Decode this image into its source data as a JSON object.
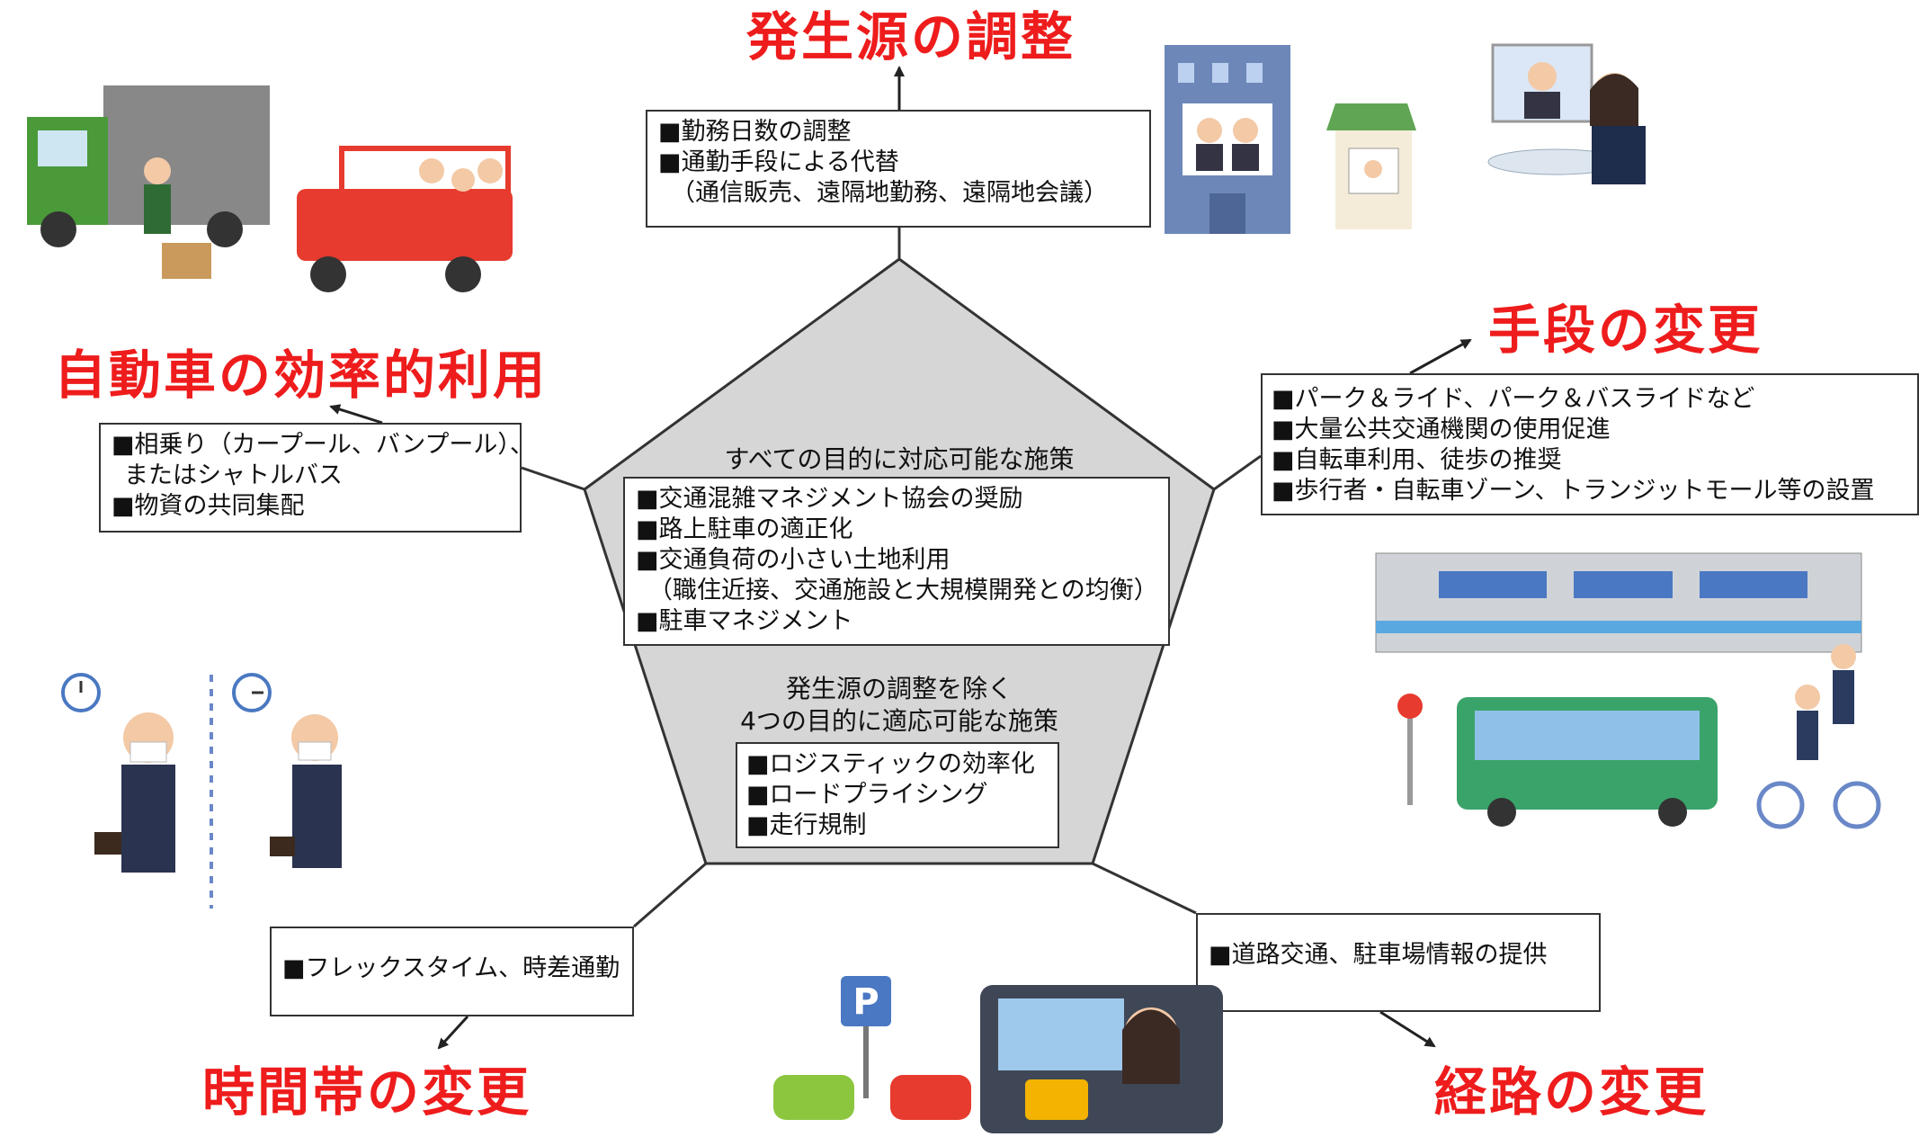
{
  "center": {
    "all_title": "すべての目的に対応可能な施策",
    "all_items": [
      "■交通混雑マネジメント協会の奨励",
      "■路上駐車の適正化",
      "■交通負荷の小さい土地利用",
      "（職住近接、交通施設と大規模開発との均衡）",
      "■駐車マネジメント"
    ],
    "four_title_1": "発生源の調整を除く",
    "four_title_2": "4つの目的に適応可能な施策",
    "four_items": [
      "■ロジスティックの効率化",
      "■ロードプライシング",
      "■走行規制"
    ]
  },
  "top": {
    "title": "発生源の調整",
    "items": [
      "■勤務日数の調整",
      "■通勤手段による代替",
      "（通信販売、遠隔地勤務、遠隔地会議）"
    ]
  },
  "right": {
    "title": "手段の変更",
    "items": [
      "■パーク＆ライド、パーク＆バスライドなど",
      "■大量公共交通機関の使用促進",
      "■自転車利用、徒歩の推奨",
      "■歩行者・自転車ゾーン、トランジットモール等の設置"
    ]
  },
  "left": {
    "title": "自動車の効率的利用",
    "items": [
      "■相乗り（カープール、バンプール）、",
      "またはシャトルバス",
      "■物資の共同集配"
    ]
  },
  "bottom_left": {
    "title": "時間帯の変更",
    "items": [
      "■フレックスタイム、時差通勤"
    ]
  },
  "bottom_right": {
    "title": "経路の変更",
    "items": [
      "■道路交通、駐車場情報の提供"
    ]
  },
  "colors": {
    "title_red": "#ee1c1c",
    "pentagon_fill": "#d6d6d6",
    "accent_green": "#4a9a3a"
  },
  "illustration_text": {
    "parking_sign": "P"
  },
  "icons": [
    "arrow-up-icon",
    "arrow-left-up-icon",
    "arrow-right-up-icon",
    "arrow-left-down-icon",
    "arrow-right-down-icon"
  ]
}
